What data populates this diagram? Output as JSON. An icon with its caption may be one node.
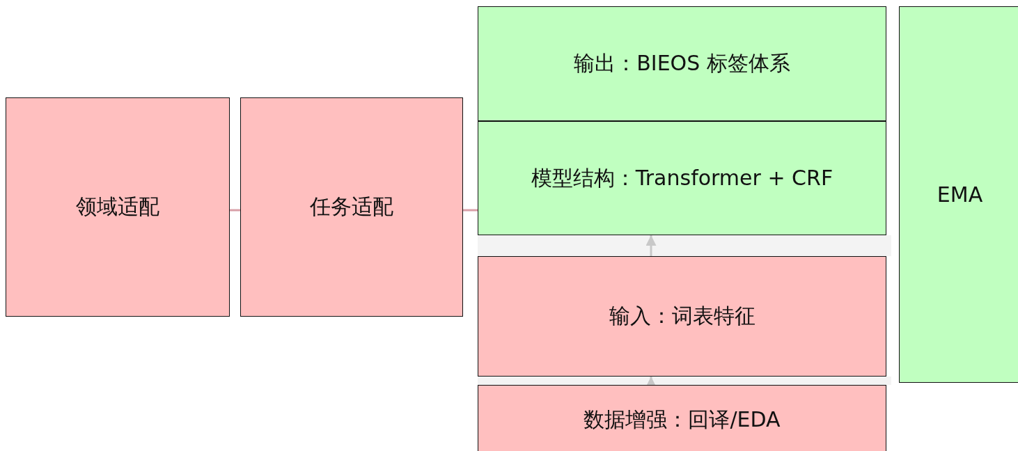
{
  "diagram": {
    "nodes": [
      {
        "text": [
          "领域适配"
        ]
      },
      {
        "text": [
          "任务适配"
        ]
      },
      {
        "text": [
          "输出：BIEOS 标签体系"
        ]
      },
      {
        "text": [
          "模型结构：Transformer + CRF"
        ]
      },
      {
        "text": [
          "输入：词表特征"
        ]
      },
      {
        "text": [
          "数据增强：回译/EDA"
        ]
      },
      {
        "text": [
          "EMA"
        ]
      }
    ],
    "edges": [
      {
        "from": 0,
        "to": 1,
        "arrow": "none"
      },
      {
        "from": 1,
        "to": 3,
        "arrow": "none"
      },
      {
        "from": 4,
        "to": 3,
        "arrow": "to",
        "color": "#c8c8c8"
      },
      {
        "from": 5,
        "to": 4,
        "arrow": "to",
        "color": "#c8c8c8"
      }
    ]
  }
}
